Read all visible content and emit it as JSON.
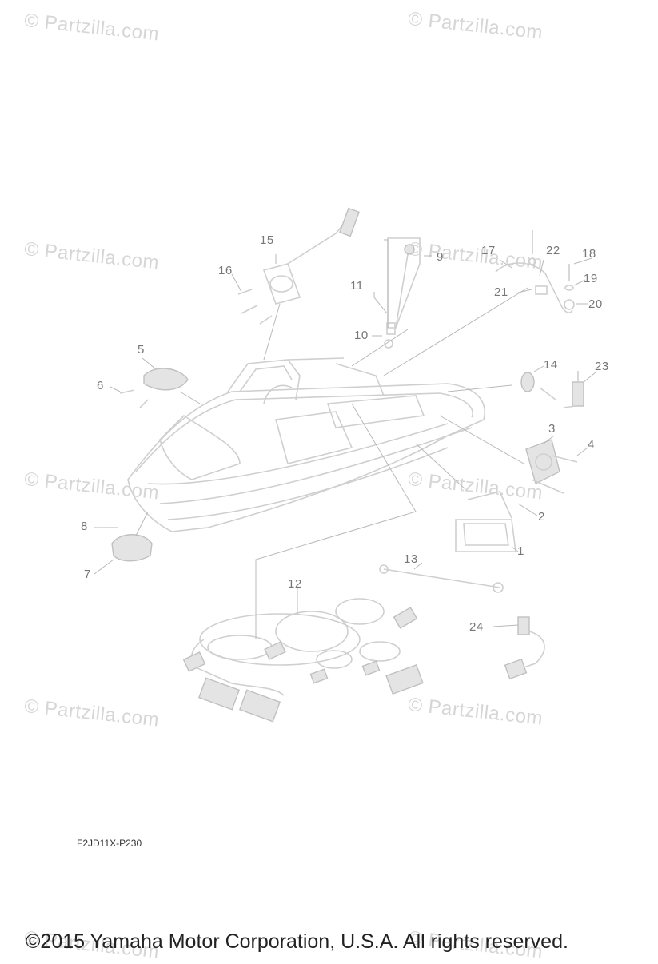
{
  "watermark": "© Partzilla.com",
  "diagram_code": "F2JD11X-P230",
  "copyright": "©2015  Yamaha Motor Corporation, U.S.A. All rights reserved.",
  "callouts": [
    "1",
    "2",
    "3",
    "4",
    "5",
    "6",
    "7",
    "8",
    "9",
    "10",
    "11",
    "12",
    "13",
    "14",
    "15",
    "16",
    "17",
    "18",
    "19",
    "20",
    "21",
    "22",
    "23",
    "24"
  ]
}
